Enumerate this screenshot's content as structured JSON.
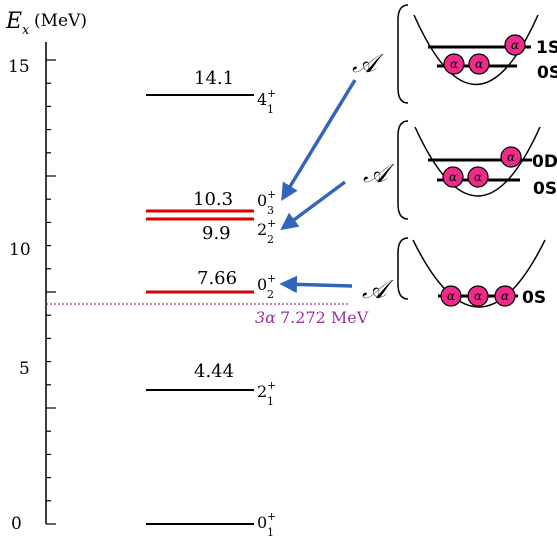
{
  "axis": {
    "symbol": "E",
    "subscript": "x",
    "unit": "(MeV)",
    "ticks": [
      "0",
      "5",
      "10",
      "15"
    ]
  },
  "levels": [
    {
      "energy": "14.1",
      "spin": "4",
      "sup": "+",
      "sub": "1",
      "color": "#000000"
    },
    {
      "energy": "10.3",
      "spin": "0",
      "sup": "+",
      "sub": "3",
      "color": "#dd0000"
    },
    {
      "energy": "9.9",
      "spin": "2",
      "sup": "+",
      "sub": "2",
      "color": "#dd0000"
    },
    {
      "energy": "7.66",
      "spin": "0",
      "sup": "+",
      "sub": "2",
      "color": "#dd0000"
    },
    {
      "energy": "4.44",
      "spin": "2",
      "sup": "+",
      "sub": "1",
      "color": "#000000"
    },
    {
      "energy": "",
      "spin": "0",
      "sup": "+",
      "sub": "1",
      "color": "#000000"
    }
  ],
  "threshold": {
    "label": "3α",
    "value": "7.272 MeV",
    "color": "#993399"
  },
  "antisym_symbol": "𝒜",
  "alpha_symbol": "α",
  "panels": [
    {
      "labels": [
        "1S",
        "0S"
      ]
    },
    {
      "labels": [
        "0D",
        "0S"
      ]
    },
    {
      "labels": [
        "0S"
      ]
    }
  ],
  "colors": {
    "arrow": "#3366bb",
    "alpha_fill": "#ee2a8a",
    "red_level": "#dd0000"
  }
}
